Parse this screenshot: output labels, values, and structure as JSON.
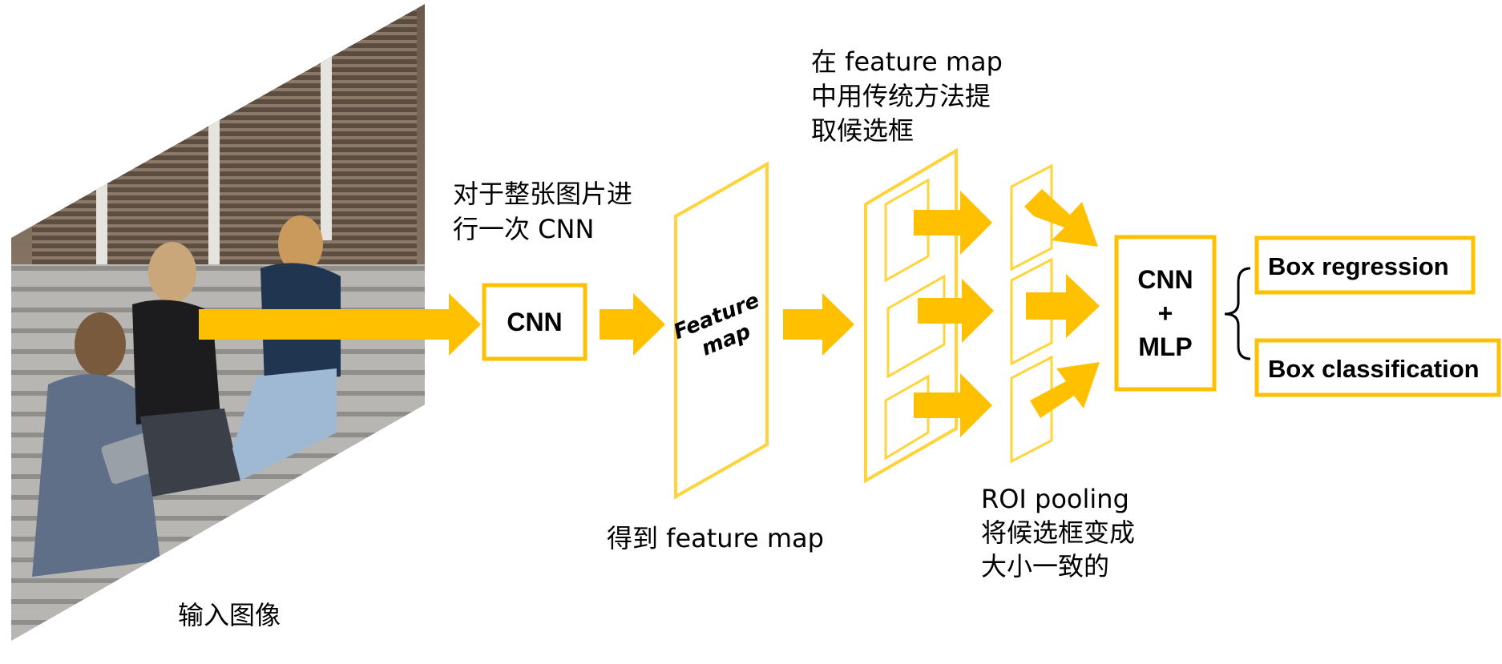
{
  "labels": {
    "input_image": "输入图像",
    "cnn_note_line1": "对于整张图片进",
    "cnn_note_line2": "行一次 CNN",
    "cnn_box": "CNN",
    "feature_map_line1": "Feature",
    "feature_map_line2": "map",
    "get_feature_map": "得到 feature map",
    "proposal_note_line1": "在 feature map",
    "proposal_note_line2": "中用传统方法提",
    "proposal_note_line3": "取候选框",
    "roi_note_line1": "ROI pooling",
    "roi_note_line2": "将候选框变成",
    "roi_note_line3": "大小一致的",
    "cnn_mlp_line1": "CNN",
    "cnn_mlp_line2": "+",
    "cnn_mlp_line3": "MLP",
    "box_regression": "Box regression",
    "box_classification": "Box classification"
  },
  "colors": {
    "accent": "#FFC000",
    "outline": "#FFD43B",
    "text": "#000000"
  },
  "icons": {
    "input_photo": "photo-of-three-people-on-steps"
  }
}
